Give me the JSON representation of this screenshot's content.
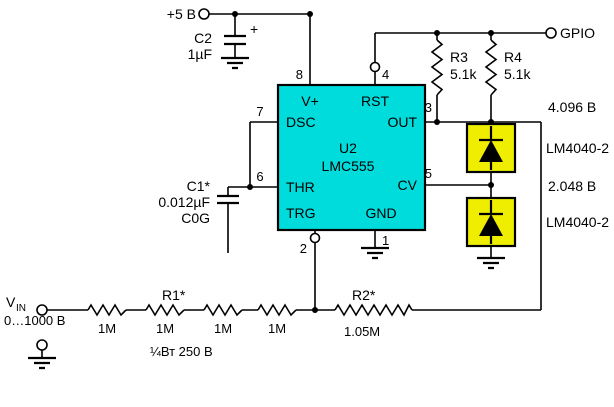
{
  "colors": {
    "ic_fill": "#00dcdc",
    "ref_fill": "#f0ee00",
    "wire": "#000000",
    "background": "#ffffff"
  },
  "power": {
    "rail_label": "+5 В"
  },
  "gpio": {
    "label": "GPIO"
  },
  "ic": {
    "designator": "U2",
    "part": "LMC555",
    "pins": {
      "vplus": {
        "name": "V+",
        "number": "8"
      },
      "rst": {
        "name": "RST",
        "number": "4"
      },
      "dsc": {
        "name": "DSC",
        "number": "7"
      },
      "out": {
        "name": "OUT",
        "number": "3"
      },
      "thr": {
        "name": "THR",
        "number": "6"
      },
      "cv": {
        "name": "CV",
        "number": "5"
      },
      "trg": {
        "name": "TRG",
        "number": "2"
      },
      "gnd": {
        "name": "GND",
        "number": "1"
      }
    }
  },
  "capacitors": {
    "c2": {
      "designator": "C2",
      "value": "1µF",
      "polarity": "+"
    },
    "c1": {
      "designator": "C1*",
      "value": "0.012µF",
      "dielectric": "C0G"
    }
  },
  "resistors": {
    "r1": {
      "designator": "R1*",
      "segment_values": [
        "1M",
        "1M",
        "1M",
        "1M"
      ],
      "rating": "¼Вт 250 В"
    },
    "r2": {
      "designator": "R2*",
      "value": "1.05M"
    },
    "r3": {
      "designator": "R3",
      "value": "5.1k"
    },
    "r4": {
      "designator": "R4",
      "value": "5.1k"
    }
  },
  "references": {
    "upper": {
      "part": "LM4040-2",
      "node_voltage": "4.096 В"
    },
    "lower": {
      "part": "LM4040-2",
      "node_voltage": "2.048 В"
    }
  },
  "input": {
    "name": "V",
    "name_sub": "IN",
    "range": "0…1000 В"
  }
}
